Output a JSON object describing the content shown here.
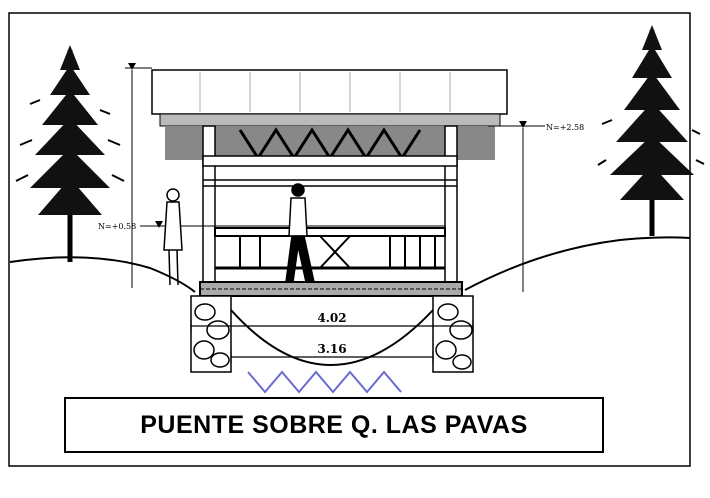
{
  "drawing": {
    "title": "PUENTE SOBRE Q. LAS PAVAS",
    "level_top": "N=+2.58",
    "level_deck": "N=+0.58",
    "dim_outer": "4.02",
    "dim_inner": "3.16"
  }
}
